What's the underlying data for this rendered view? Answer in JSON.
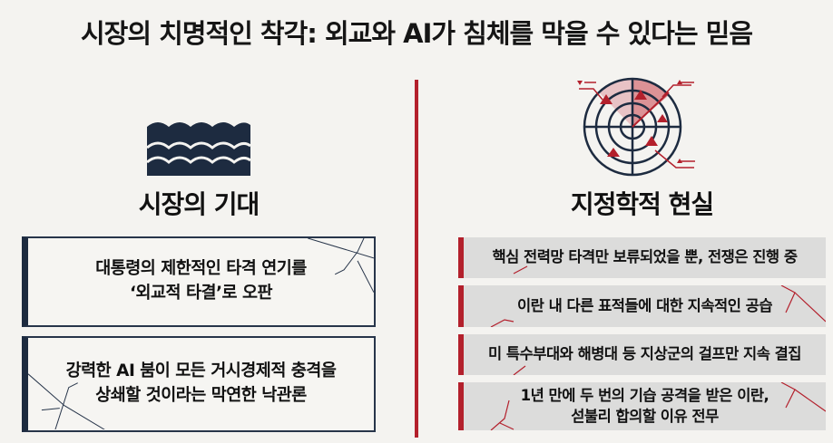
{
  "title": "시장의 치명적인 착각: 외교와 AI가 침체를 막을 수 있다는 믿음",
  "left": {
    "icon": "waves-icon",
    "heading": "시장의 기대",
    "items": [
      {
        "text": "대통령의 제한적인 타격 연기를\n‘외교적 타결’로 오판"
      },
      {
        "text": "강력한 AI 붐이 모든 거시경제적 충격을\n상쇄할 것이라는 막연한 낙관론"
      }
    ]
  },
  "right": {
    "icon": "radar-icon",
    "heading": "지정학적 현실",
    "items": [
      {
        "text": "핵심 전력망 타격만 보류되었을 뿐, 전쟁은 진행 중"
      },
      {
        "text": "이란 내 다른 표적들에 대한 지속적인 공습"
      },
      {
        "text": "미 특수부대와 해병대 등 지상군의 걸프만 지속 결집"
      },
      {
        "text": "1년 만에 두 번의 기습 공격을 받은 이란,\n섣불리 합의할 이유 전무"
      }
    ]
  },
  "colors": {
    "navy": "#1d2b40",
    "red": "#b3202c",
    "gray": "#dcdcdb",
    "background": "#f4f3f0"
  }
}
